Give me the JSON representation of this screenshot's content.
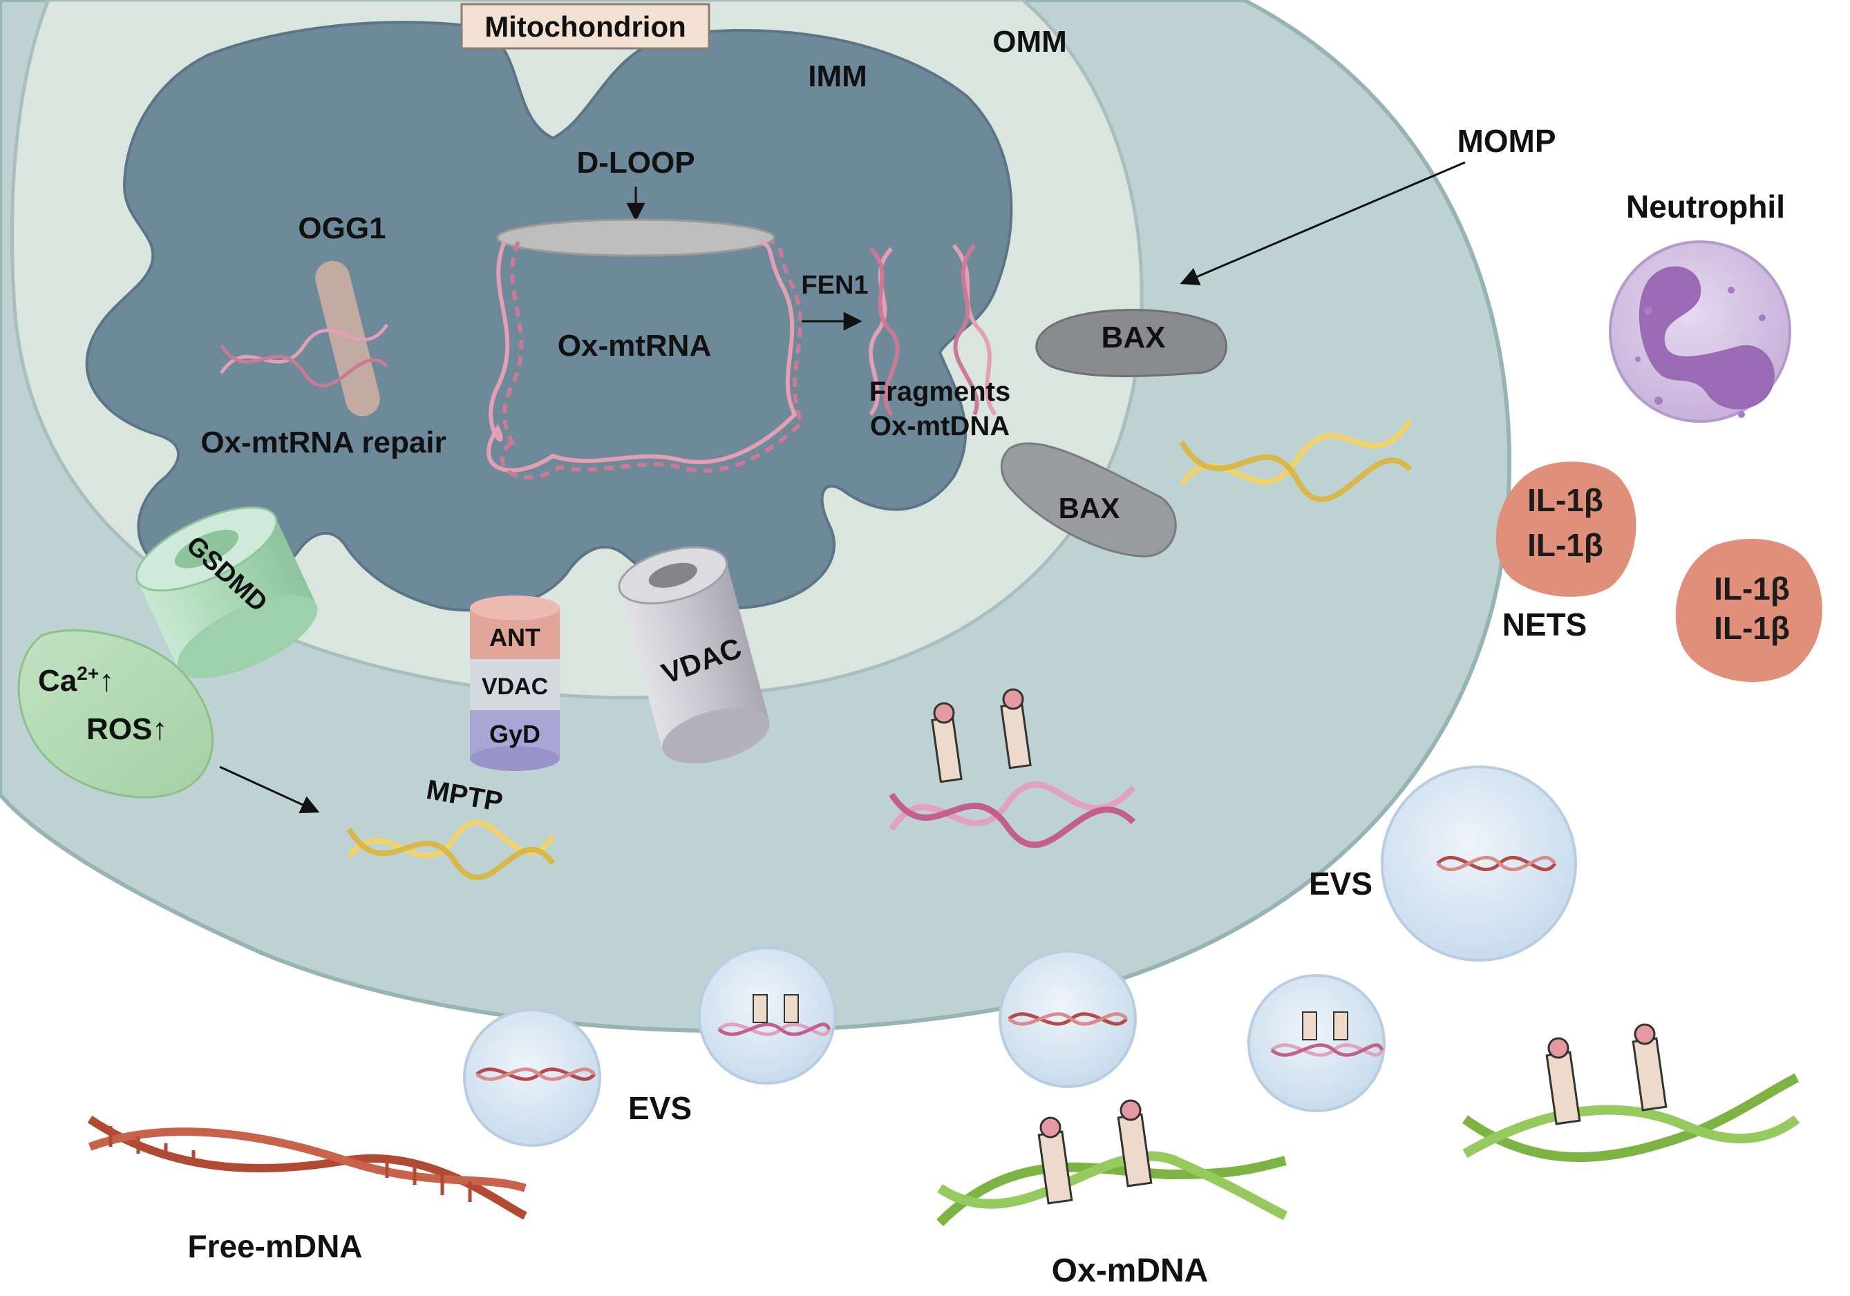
{
  "labels": {
    "mitochondrion": "Mitochondrion",
    "omm": "OMM",
    "imm": "IMM",
    "d_loop": "D-LOOP",
    "ogg1": "OGG1",
    "ox_mtrna": "Ox-mtRNA",
    "ox_mtrna_repair": "Ox-mtRNA repair",
    "fen1": "FEN1",
    "fragments": "Fragments",
    "ox_mtdna": "Ox-mtDNA",
    "bax_1": "BAX",
    "bax_2": "BAX",
    "momp": "MOMP",
    "neutrophil": "Neutrophil",
    "gsdmd": "GSDMD",
    "ant": "ANT",
    "vdac_stack": "VDAC",
    "gyd": "GyD",
    "vdac_channel": "VDAC",
    "ca": "Ca",
    "ca_sup": "2+",
    "ca_arrow": "↑",
    "ros": "ROS↑",
    "mptp": "MPTP",
    "il_1": "IL-1β",
    "il_2": "IL-1β",
    "il_3": "IL-1β",
    "il_4": "IL-1β",
    "nets": "NETS",
    "evs_right": "EVS",
    "evs_left": "EVS",
    "free_mdna": "Free-mDNA",
    "ox_mdna": "Ox-mDNA"
  },
  "colors": {
    "cell": "#bfd3d3",
    "cell_border": "#9db6b7",
    "omm_band": "#dbe5e0",
    "matrix": "#6f8a9c",
    "label_box": "#f3e1d3",
    "il_blob": "#e0907a",
    "neutrophil": "#d7c6e4",
    "nucleus": "#9a6ab4",
    "vesicle": "#dfebf5",
    "green_dna": "#7cb342",
    "red_dna": "#b24a33",
    "pink_dna": "#d97aa0",
    "yellow_dna": "#f0d36a"
  }
}
